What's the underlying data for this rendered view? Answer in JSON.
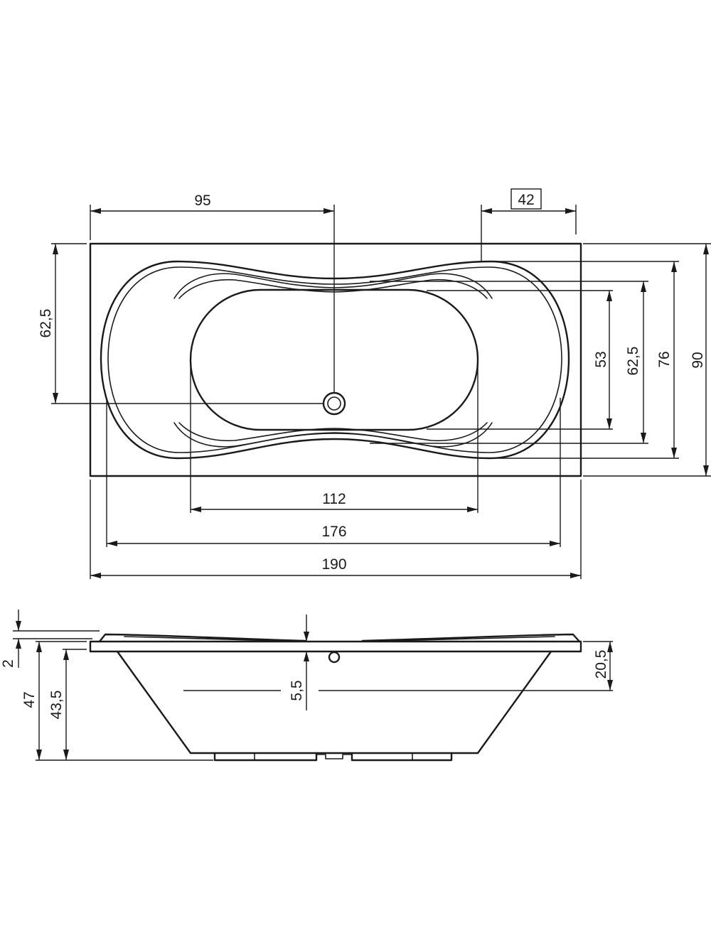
{
  "plan_view": {
    "dim_overall_length": "190",
    "dim_inner_length": "176",
    "dim_bottom_length": "112",
    "dim_drain_position": "95",
    "dim_corner_offset": "42",
    "dim_overall_width": "90",
    "dim_inner_width": "76",
    "dim_seat_width": "62,5",
    "dim_bottom_width": "53",
    "dim_drain_depth": "62,5"
  },
  "side_view": {
    "dim_rim": "2",
    "dim_total_height": "47",
    "dim_inner_height": "43,5",
    "dim_drain_offset": "5,5",
    "dim_rim_height": "20,5"
  },
  "colors": {
    "line": "#1a1a1a",
    "background": "#ffffff"
  }
}
